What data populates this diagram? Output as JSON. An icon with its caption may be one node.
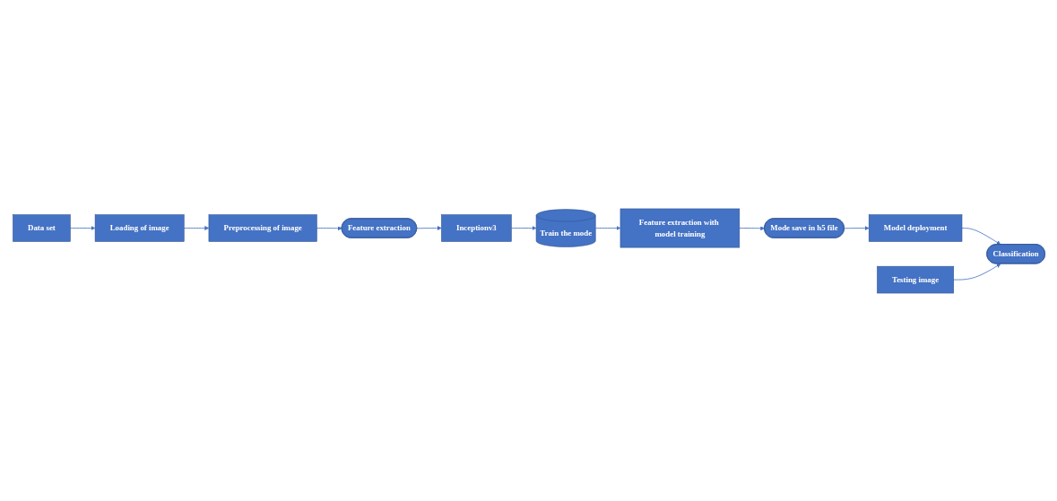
{
  "diagram": {
    "nodes": [
      {
        "text": [
          "Data set"
        ]
      },
      {
        "text": [
          "Loading of image"
        ]
      },
      {
        "text": [
          "Preprocessing of image"
        ]
      },
      {
        "text": [
          "Feature extraction"
        ]
      },
      {
        "text": [
          "Inceptionv3"
        ]
      },
      {
        "text": [
          "Train the mode"
        ]
      },
      {
        "text": [
          "Feature extraction with model training"
        ]
      },
      {
        "text": [
          "Mode save in h5 file"
        ]
      },
      {
        "text": [
          "Model deployment"
        ]
      },
      {
        "text": [
          "Classification"
        ]
      },
      {
        "text": [
          "Testing image"
        ]
      }
    ],
    "edges": [
      {
        "from": 0,
        "to": 1,
        "arrow": "to"
      },
      {
        "from": 1,
        "to": 2,
        "arrow": "to"
      },
      {
        "from": 2,
        "to": 3,
        "arrow": "to"
      },
      {
        "from": 3,
        "to": 4,
        "arrow": "to"
      },
      {
        "from": 4,
        "to": 5,
        "arrow": "to"
      },
      {
        "from": 5,
        "to": 6,
        "arrow": "to"
      },
      {
        "from": 6,
        "to": 7,
        "arrow": "to"
      },
      {
        "from": 7,
        "to": 8,
        "arrow": "to"
      },
      {
        "from": 8,
        "to": 9,
        "arrow": "to"
      },
      {
        "from": 10,
        "to": 9,
        "arrow": "to"
      }
    ]
  }
}
